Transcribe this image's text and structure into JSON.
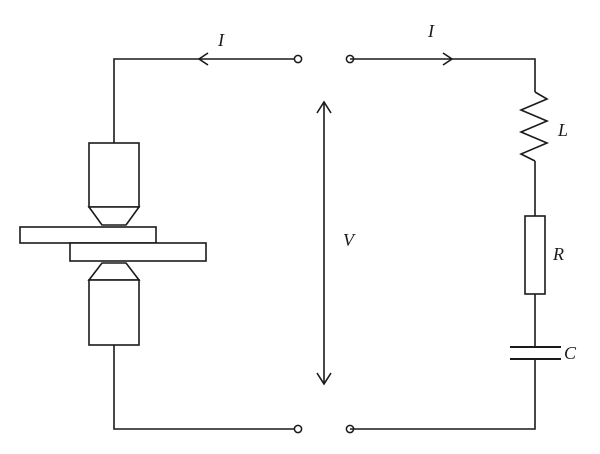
{
  "labels": {
    "current_left": "I",
    "current_right": "I",
    "voltage": "V",
    "inductor": "L",
    "resistor": "R",
    "capacitor": "C"
  },
  "icons": {
    "terminal": "open-circle-terminal",
    "current_arrow": "arrowhead",
    "voltage_arrow": "double-headed-arrow"
  }
}
